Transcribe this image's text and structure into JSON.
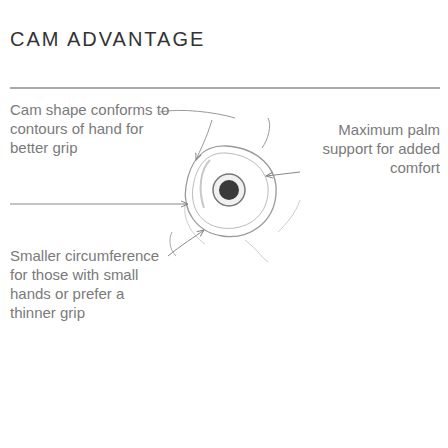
{
  "diagram": {
    "title": "CAM ADVANTAGE",
    "labels": [
      "Cam shape conforms to contours of hand for better grip",
      "Maximum palm support for added comfort",
      "Smaller circumference for those with small hands or prefer a thinner grip"
    ]
  }
}
